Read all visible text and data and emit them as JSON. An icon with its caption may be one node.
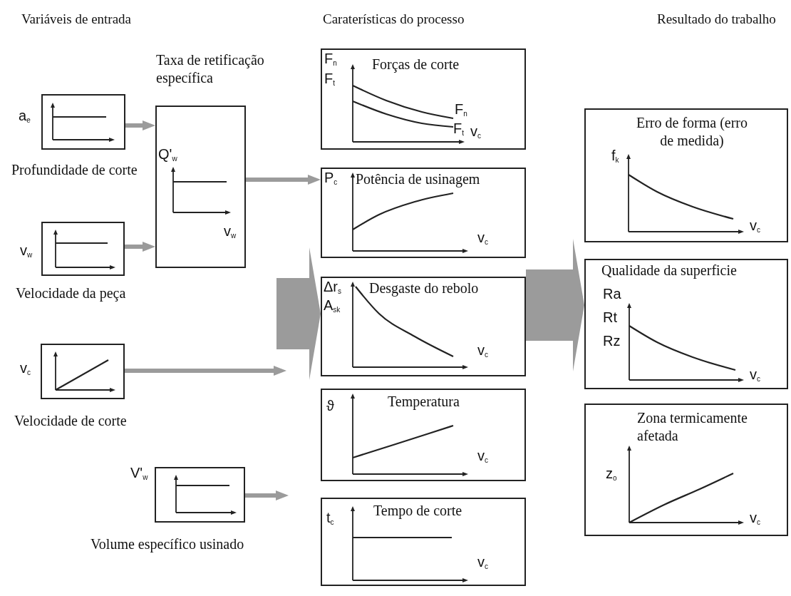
{
  "diagram": {
    "nodes": [
      {
        "text": [
          "a$_{e}$"
        ],
        "beside": [
          "Profundidade de corte"
        ]
      },
      {
        "text": [
          "v$_{w}$"
        ],
        "beside": [
          "Velocidade da peça"
        ]
      },
      {
        "text": [
          "Taxa de retificação específica",
          "Q'$_{w}$",
          "v$_{w}$"
        ]
      },
      {
        "text": [
          "v$_{c}$"
        ],
        "beside": [
          "Velocidade de corte"
        ]
      },
      {
        "text": [
          "V'$_{w}$"
        ],
        "beside": [
          "Volume específico usinado"
        ]
      },
      {
        "text": [
          "F$_{n}$",
          "F$_{t}$",
          "Forças de corte",
          "F$_{n}$",
          "F$_{t}$",
          "v$_{c}$"
        ]
      },
      {
        "text": [
          "P$_{c}$",
          "Potência de usinagem",
          "v$_{c}$"
        ]
      },
      {
        "text": [
          "Δr$_{s}$",
          "A$_{sk}$",
          "Desgaste do rebolo",
          "v$_{c}$"
        ]
      },
      {
        "text": [
          "ϑ",
          "Temperatura",
          "v$_{c}$"
        ]
      },
      {
        "text": [
          "t$_{c}$",
          "Tempo de corte",
          "v$_{c}$"
        ]
      },
      {
        "text": [
          "Erro de forma (erro de medida)",
          "f$_{k}$",
          "v$_{c}$"
        ]
      },
      {
        "text": [
          "Qualidade da superficie",
          "Ra",
          "Rt",
          "Rz",
          "v$_{c}$"
        ]
      },
      {
        "text": [
          "Zona termicamente afetada",
          "z$_{o}$",
          "v$_{c}$"
        ]
      }
    ],
    "edges": [
      {
        "from": 0,
        "to": 2,
        "arrow": "to"
      },
      {
        "from": 1,
        "to": 2,
        "arrow": "to"
      },
      {
        "from": 2,
        "to": 6,
        "arrow": "to"
      },
      {
        "from": 3,
        "to": null,
        "arrow": "to"
      },
      {
        "from": 4,
        "to": null,
        "arrow": "to"
      },
      {
        "from": null,
        "to": 7,
        "arrow": "to",
        "style": "thick"
      },
      {
        "from": 7,
        "to": 11,
        "arrow": "to",
        "style": "thick"
      }
    ],
    "labels": [
      "Variáveis de entrada",
      "Caraterísticas do processo",
      "Resultado do trabalho"
    ]
  }
}
